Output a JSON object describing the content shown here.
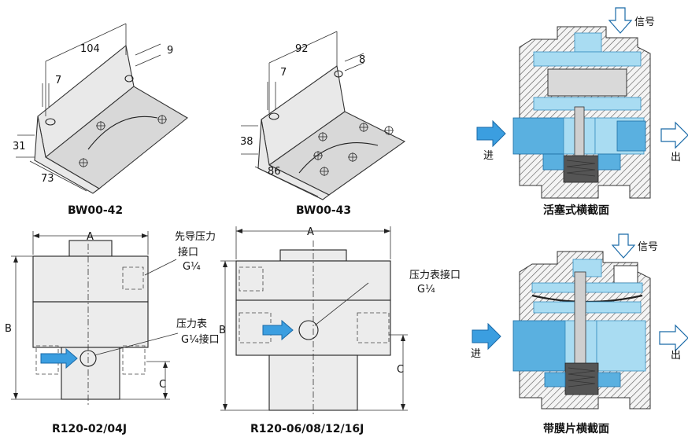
{
  "brackets": {
    "bw42": {
      "caption": "BW00-42",
      "dim_width": "104",
      "dim_slot": "9",
      "dim_hole": "7",
      "dim_height": "31",
      "dim_depth": "73"
    },
    "bw43": {
      "caption": "BW00-43",
      "dim_width": "92",
      "dim_slot": "8",
      "dim_hole": "7",
      "dim_height": "38",
      "dim_depth": "86"
    }
  },
  "regulators": {
    "r02": {
      "caption": "R120-02/04J",
      "dim_a": "A",
      "dim_b": "B",
      "dim_c": "C",
      "pilot_label_1": "先导压力",
      "pilot_label_2": "接口",
      "pilot_label_3": "G¼",
      "gauge_label_1": "压力表",
      "gauge_label_2": "G¼接口"
    },
    "r06": {
      "caption": "R120-06/08/12/16J",
      "dim_a": "A",
      "dim_b": "B",
      "dim_c": "C",
      "gauge_label_1": "压力表接口",
      "gauge_label_2": "G¼"
    }
  },
  "sections": {
    "piston": {
      "caption": "活塞式横截面",
      "signal": "信号",
      "inlet": "进",
      "outlet": "出"
    },
    "diaphragm": {
      "caption": "带膜片横截面",
      "signal": "信号",
      "inlet": "进",
      "outlet": "出"
    }
  },
  "colors": {
    "flow_blue": "#5ab0e0",
    "light_blue": "#a9dcf2",
    "arrow_blue": "#3b9ee0"
  }
}
